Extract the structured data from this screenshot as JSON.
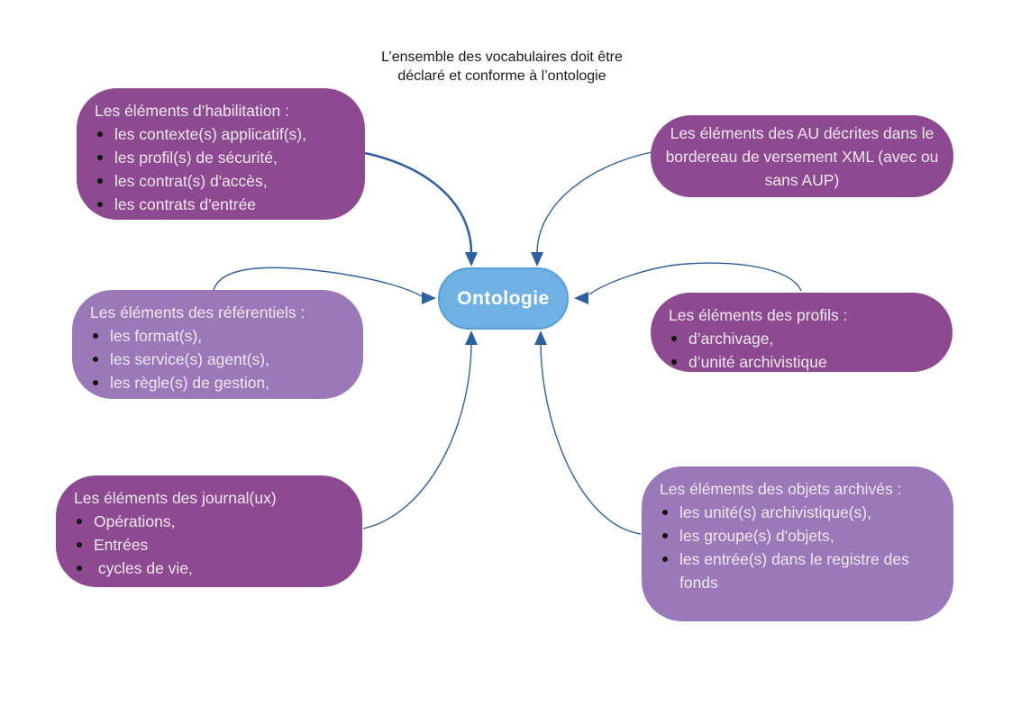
{
  "annotation": {
    "text": "L’ensemble des vocabulaires doit être déclaré et conforme à l’ontologie"
  },
  "center": {
    "label": "Ontologie"
  },
  "colors": {
    "dark_purple": "#8d4a91",
    "light_purple": "#9b79b8",
    "arrow": "#2e5f9e",
    "box_text": "#f0e7f0",
    "center_fill": "#6fb1e2",
    "center_border": "#55a0d8"
  },
  "boxes": [
    {
      "id": "habilitation",
      "variant": "dark",
      "title": "Les éléments d’habilitation :",
      "bullets": [
        "les contexte(s) applicatif(s),",
        "les profil(s) de sécurité,",
        "les contrat(s) d'accès,",
        "les contrats d'entrée"
      ]
    },
    {
      "id": "au",
      "variant": "dark",
      "title": "Les éléments des AU décrites dans le bordereau de versement XML (avec ou sans AUP)",
      "bullets": []
    },
    {
      "id": "referentiels",
      "variant": "light",
      "title": "Les éléments des référentiels :",
      "bullets": [
        "les format(s),",
        "les service(s) agent(s),",
        "les règle(s) de gestion,"
      ]
    },
    {
      "id": "profils",
      "variant": "dark",
      "title": "Les éléments des profils :",
      "bullets": [
        "d’archivage,",
        "d’unité archivistique"
      ]
    },
    {
      "id": "journaux",
      "variant": "dark",
      "title": "Les éléments des journal(ux)",
      "bullets": [
        "Opérations,",
        "Entrées",
        " cycles de vie,"
      ]
    },
    {
      "id": "objets",
      "variant": "light",
      "title": "Les éléments des objets archivés :",
      "bullets": [
        "les unité(s) archivistique(s),",
        "les groupe(s) d'objets,",
        "les entrée(s) dans le registre des fonds"
      ]
    }
  ]
}
